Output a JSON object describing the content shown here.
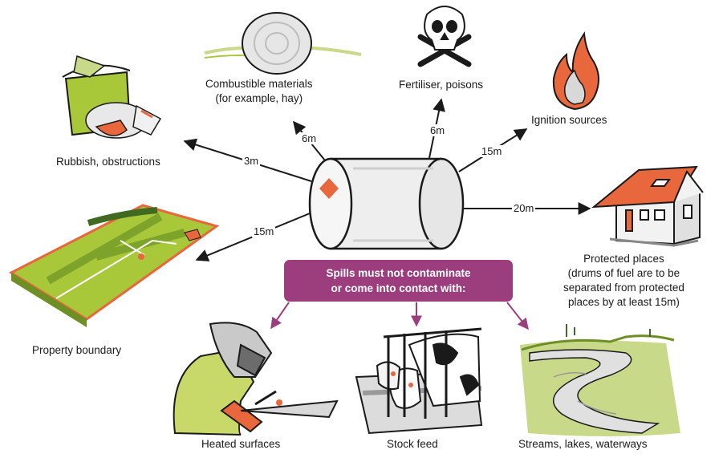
{
  "center": {
    "icon": "fuel-drum-icon",
    "hazard_color": "#e8673c"
  },
  "labels": {
    "rubbish": "Rubbish, obstructions",
    "combustible_1": "Combustible materials",
    "combustible_2": "(for example, hay)",
    "fertiliser": "Fertiliser, poisons",
    "ignition": "Ignition sources",
    "protected_1": "Protected places",
    "protected_2": "(drums of fuel are to be",
    "protected_3": "separated from protected",
    "protected_4": "places by at least 15m)",
    "property": "Property boundary",
    "heated": "Heated surfaces",
    "stock": "Stock feed",
    "streams": "Streams, lakes, waterways"
  },
  "distances": {
    "rubbish": "3m",
    "combustible": "6m",
    "fertiliser": "6m",
    "ignition": "15m",
    "protected": "20m",
    "property": "15m"
  },
  "banner": {
    "line1": "Spills must not contaminate",
    "line2": "or come into contact with:",
    "color": "#9c3d7e"
  },
  "colors": {
    "arrow": "#1a1a1a",
    "purple_arrow": "#9c3d7e",
    "orange": "#e8673c",
    "green": "#a8c83a"
  }
}
